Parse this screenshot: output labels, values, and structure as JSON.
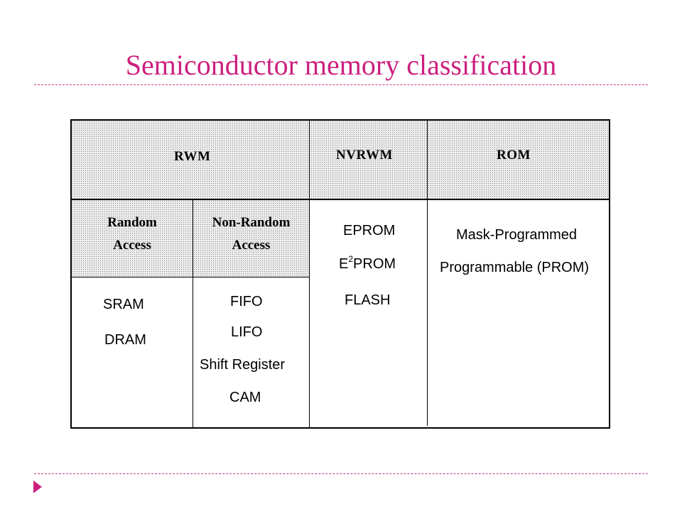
{
  "slide": {
    "title": "Semiconductor memory classification"
  },
  "table": {
    "headers": {
      "rwm": "RWM",
      "nvrwm": "NVRWM",
      "rom": "ROM"
    },
    "subheaders": {
      "random": [
        "Random",
        "Access"
      ],
      "non_random": [
        "Non-Random",
        "Access"
      ]
    },
    "random_access_items": [
      "SRAM",
      "DRAM"
    ],
    "non_random_access_items": [
      "FIFO",
      "LIFO",
      "Shift Register",
      "CAM"
    ],
    "nvrwm_items": {
      "eprom": "EPROM",
      "e2prom_prefix": "E",
      "e2prom_sup": "2",
      "e2prom_suffix": "PROM",
      "flash": "FLASH"
    },
    "rom_items": [
      "Mask-Programmed",
      "Programmable (PROM)"
    ]
  },
  "colors": {
    "title": "#cc1f7f",
    "rule": "#cc3a8a"
  }
}
